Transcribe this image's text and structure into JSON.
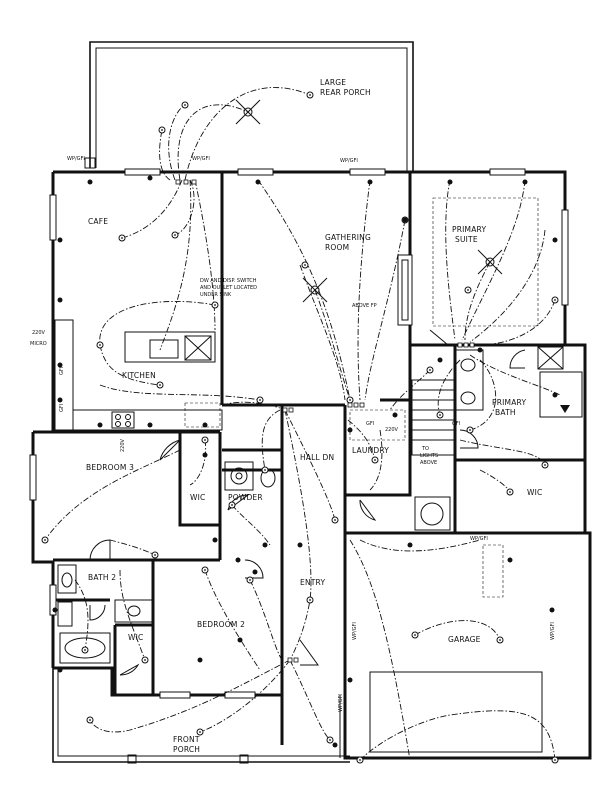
{
  "rooms": {
    "large_rear_porch": [
      "LARGE",
      "REAR PORCH"
    ],
    "cafe": "CAFE",
    "gathering_room": [
      "GATHERING",
      "ROOM"
    ],
    "primary_suite": [
      "PRIMARY",
      "SUITE"
    ],
    "kitchen": "KITCHEN",
    "primary_bath": [
      "PRIMARY",
      "BATH"
    ],
    "hall_dn": "HALL DN",
    "laundry": "LAUNDRY",
    "bedroom_3": "BEDROOM 3",
    "wic_1": "WIC",
    "powder": "POWDER",
    "wic_2": "WIC",
    "bath_2": "BATH 2",
    "bedroom_2": "BEDROOM 2",
    "wic_3": "WIC",
    "entry": "ENTRY",
    "garage": "GARAGE",
    "front_porch": [
      "FRONT",
      "PORCH"
    ]
  },
  "notes": {
    "dw_note": [
      "DW AND DISP. SWITCH",
      "AND OUTLET LOCATED",
      "UNDER SINK"
    ],
    "above_fp": "ABOVE FP",
    "micro_220v": [
      "220V",
      "MICRO"
    ],
    "v220_kitchen": "220V",
    "v220_laundry": "220V",
    "to_lights_above": [
      "TO",
      "LIGHTS",
      "ABOVE"
    ],
    "wp_gfi_rear_left": "WP/GFI",
    "wp_gfi_rear_mid": "WP/GFI",
    "wp_gfi_front_left": "WP/GFI",
    "wp_gfi_garage_top": "WP/GFI",
    "wp_gfi_garage_left": "WP/GFI",
    "wp_gfi_garage_right": "WP/GFI",
    "wp_gfi_entry": "WP/GFI",
    "gfi_1": "GFI",
    "gfi_2": "GFI",
    "gfi_3": "GFI",
    "gfi_4": "GFI"
  }
}
